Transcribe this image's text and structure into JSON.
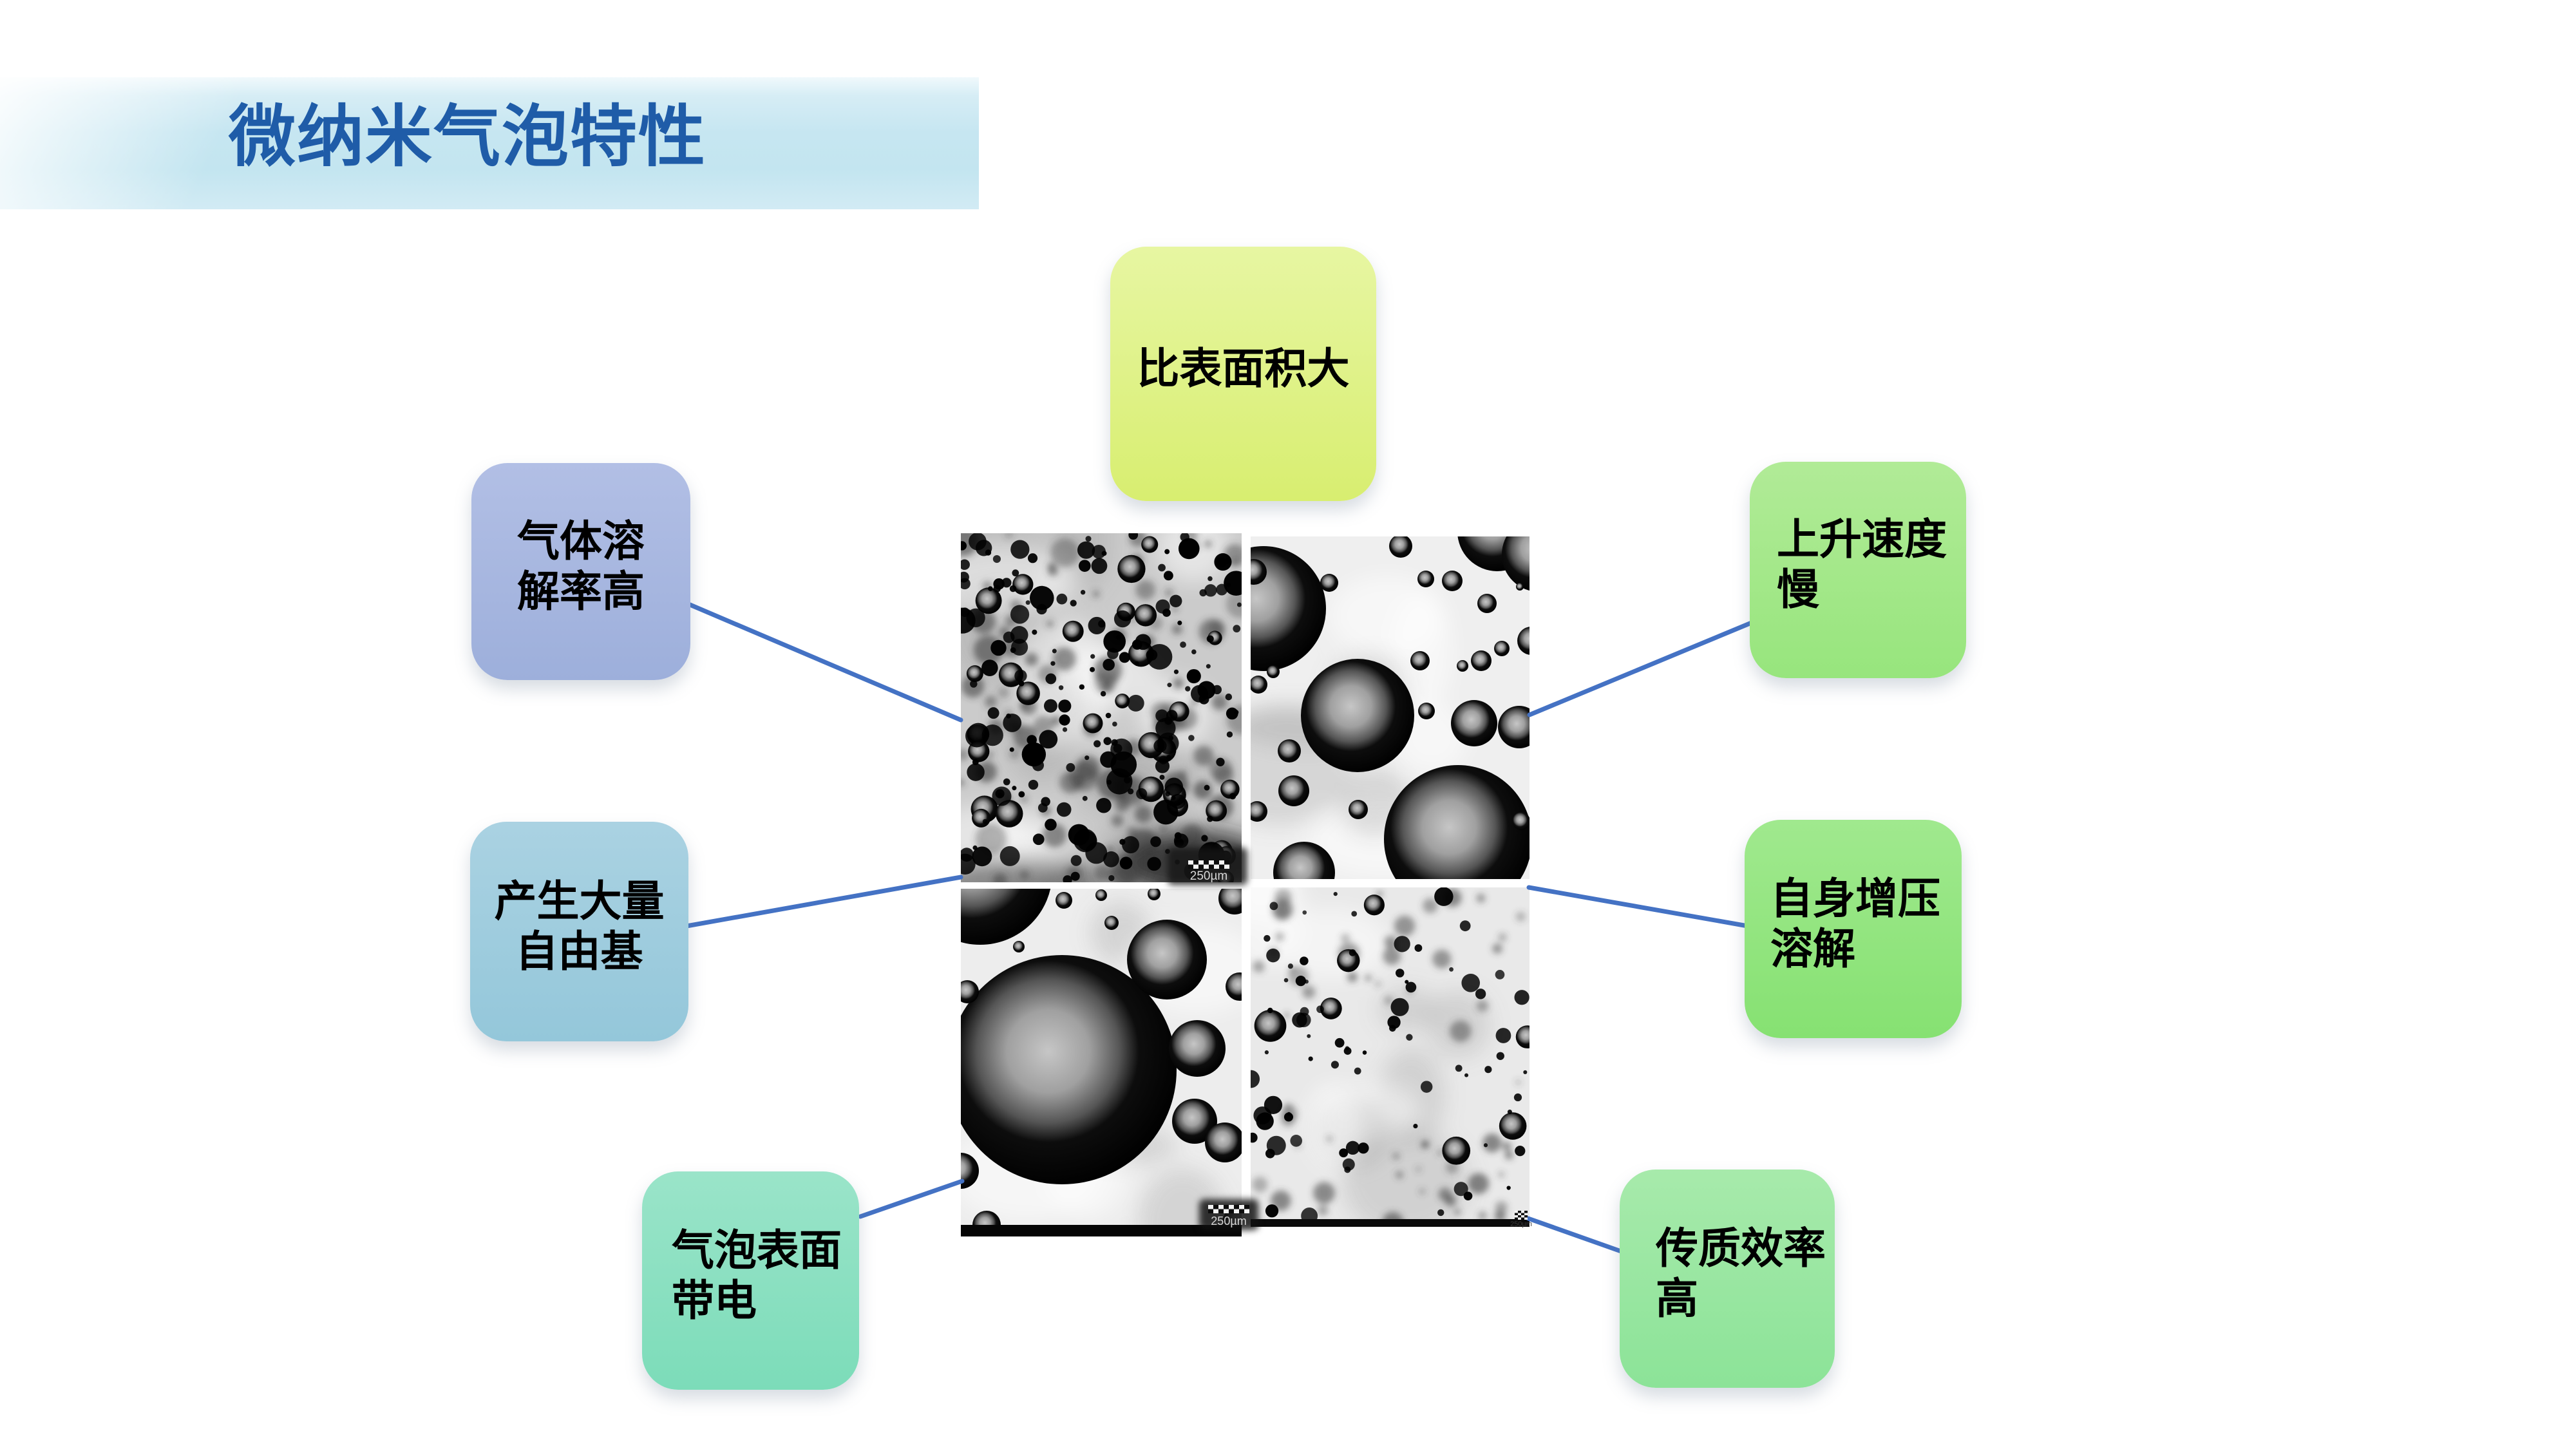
{
  "slide": {
    "title": "微纳米气泡特性",
    "title_color": "#1f5ca8",
    "accent_color": "#4472c4",
    "background": "#ffffff"
  },
  "callouts": [
    {
      "id": "specific-surface-area",
      "label": "比表面积大",
      "color_top": "#e7f6a2",
      "color_bottom": "#d8ee70"
    },
    {
      "id": "gas-dissolution-rate",
      "label": "气体溶\n解率高",
      "color_top": "#b2bfe5",
      "color_bottom": "#9dafdb"
    },
    {
      "id": "free-radical-generation",
      "label": "产生大量\n自由基",
      "color_top": "#aad2e2",
      "color_bottom": "#94c7da"
    },
    {
      "id": "bubble-surface-charge",
      "label": "气泡表面\n带电",
      "color_top": "#9ae4c9",
      "color_bottom": "#7cdcb9"
    },
    {
      "id": "slow-rise-velocity",
      "label": "上升速度\n慢",
      "color_top": "#b1eb97",
      "color_bottom": "#97e57d"
    },
    {
      "id": "self-pressurized-dissolution",
      "label": "自身增压\n溶解",
      "color_top": "#a0e98e",
      "color_bottom": "#86e172"
    },
    {
      "id": "high-mass-transfer",
      "label": "传质效率\n高",
      "color_top": "#a7eaab",
      "color_bottom": "#8ce398"
    }
  ],
  "micrograph": {
    "scale_bar_label": "250µm",
    "panels": [
      {
        "id": "dense-microbubbles"
      },
      {
        "id": "large-bubbles"
      },
      {
        "id": "giant-bubble"
      },
      {
        "id": "scattered-microbubbles"
      }
    ]
  }
}
